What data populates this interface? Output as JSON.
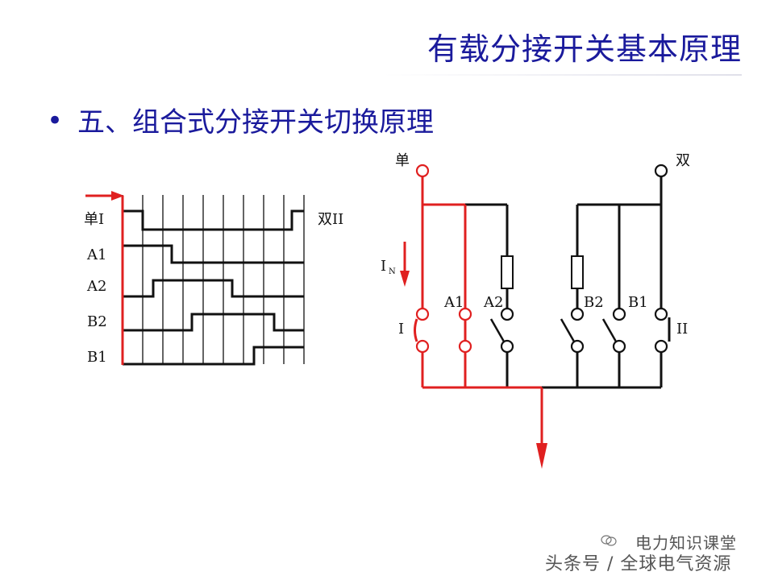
{
  "slide": {
    "title": "有载分接开关基本原理",
    "bullet": "•",
    "subtitle": "五、组合式分接开关切换原理"
  },
  "timing_diagram": {
    "rows": [
      "单I",
      "A1",
      "A2",
      "B2",
      "B1"
    ],
    "right_label": "双II"
  },
  "circuit": {
    "top_left_label": "单",
    "top_right_label": "双",
    "current_label": "I",
    "current_subscript": "N",
    "contact_labels": [
      "A1",
      "A2",
      "B2",
      "B1"
    ],
    "left_contact_label": "I",
    "right_contact_label": "II"
  },
  "watermark": {
    "line1": "电力知识课堂",
    "line2": "头条号 / 全球电气资源"
  },
  "colors": {
    "title": "#1a1a9c",
    "active_path": "#e02020",
    "wire": "#111111"
  }
}
